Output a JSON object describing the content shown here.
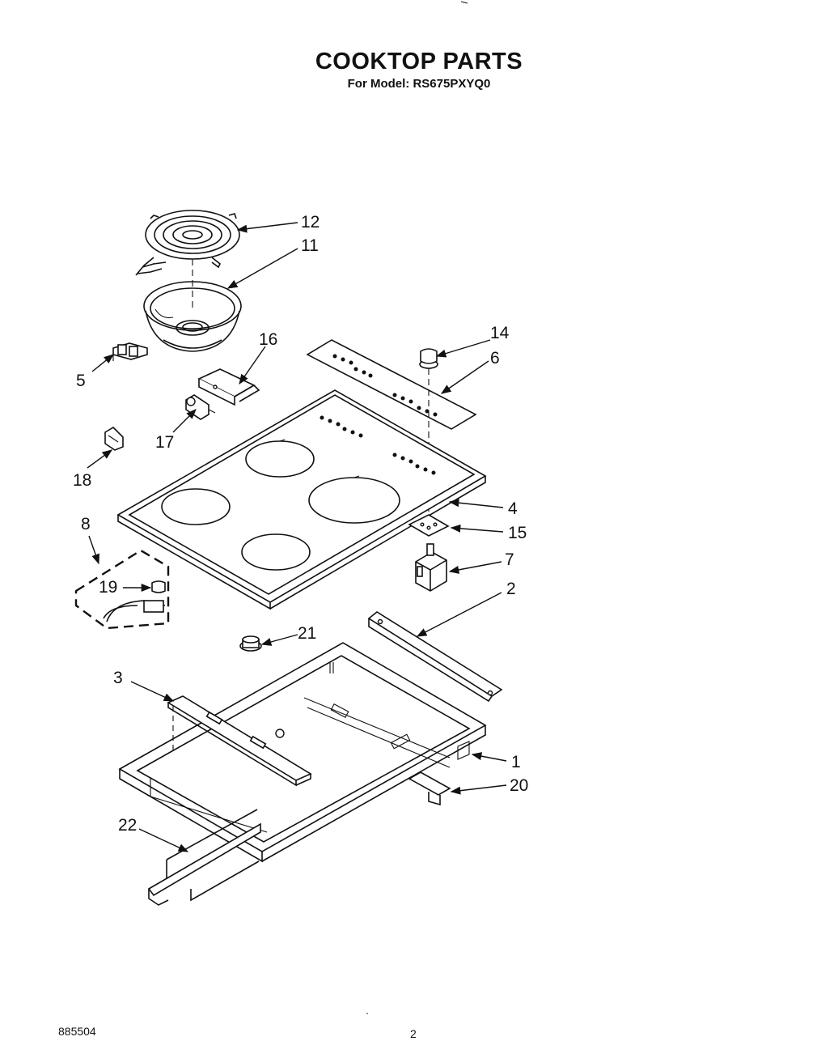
{
  "title": "COOKTOP PARTS",
  "subtitle": "For Model: RS675PXYQ0",
  "footer": {
    "doc_number": "885504",
    "page_number": "2"
  },
  "callouts": [
    "1",
    "2",
    "3",
    "4",
    "5",
    "6",
    "7",
    "8",
    "11",
    "12",
    "14",
    "15",
    "16",
    "17",
    "18",
    "19",
    "20",
    "21",
    "22"
  ]
}
